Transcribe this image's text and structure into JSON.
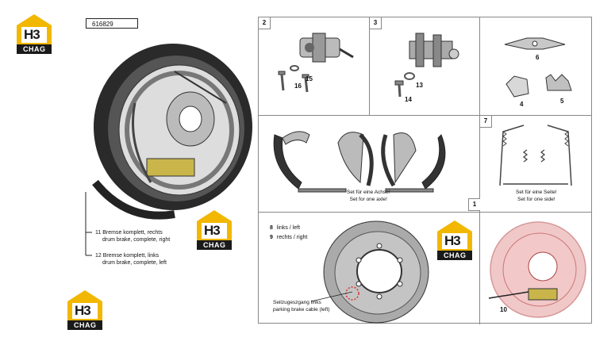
{
  "brand": {
    "logo_top": "H3",
    "logo_bottom": "CHAG"
  },
  "part_number": "616829",
  "main_labels": [
    {
      "num": "11",
      "de": "Bremse komplett, rechts",
      "en": "drum brake, complete, right"
    },
    {
      "num": "12",
      "de": "Bremse komplett, links",
      "en": "drum brake, complete, left"
    }
  ],
  "panels": {
    "p2": {
      "number": "2",
      "callouts": [
        "15",
        "16"
      ]
    },
    "p3": {
      "number": "3",
      "callouts": [
        "13",
        "14"
      ]
    },
    "p456": {
      "callouts": [
        "6",
        "4",
        "5"
      ]
    },
    "p_shoes": {
      "caption_de": "Set für eine Achse!",
      "caption_en": "Set for one axle!"
    },
    "p7": {
      "number": "7",
      "caption_de": "Set für eine Seite!",
      "caption_en": "Set for one side!"
    },
    "p1": {
      "number": "1",
      "items": [
        {
          "num": "8",
          "text": "links / left"
        },
        {
          "num": "9",
          "text": "rechts / right"
        }
      ],
      "note_de": "Seilzugeszgang links",
      "note_en": "parking brake cable (left)"
    },
    "p10": {
      "callout": "10"
    }
  },
  "colors": {
    "logo_yellow": "#f2b700",
    "logo_black": "#1a1a1a",
    "highlight_red": "#d9322a",
    "translucent_red": "#e8a4a4"
  }
}
